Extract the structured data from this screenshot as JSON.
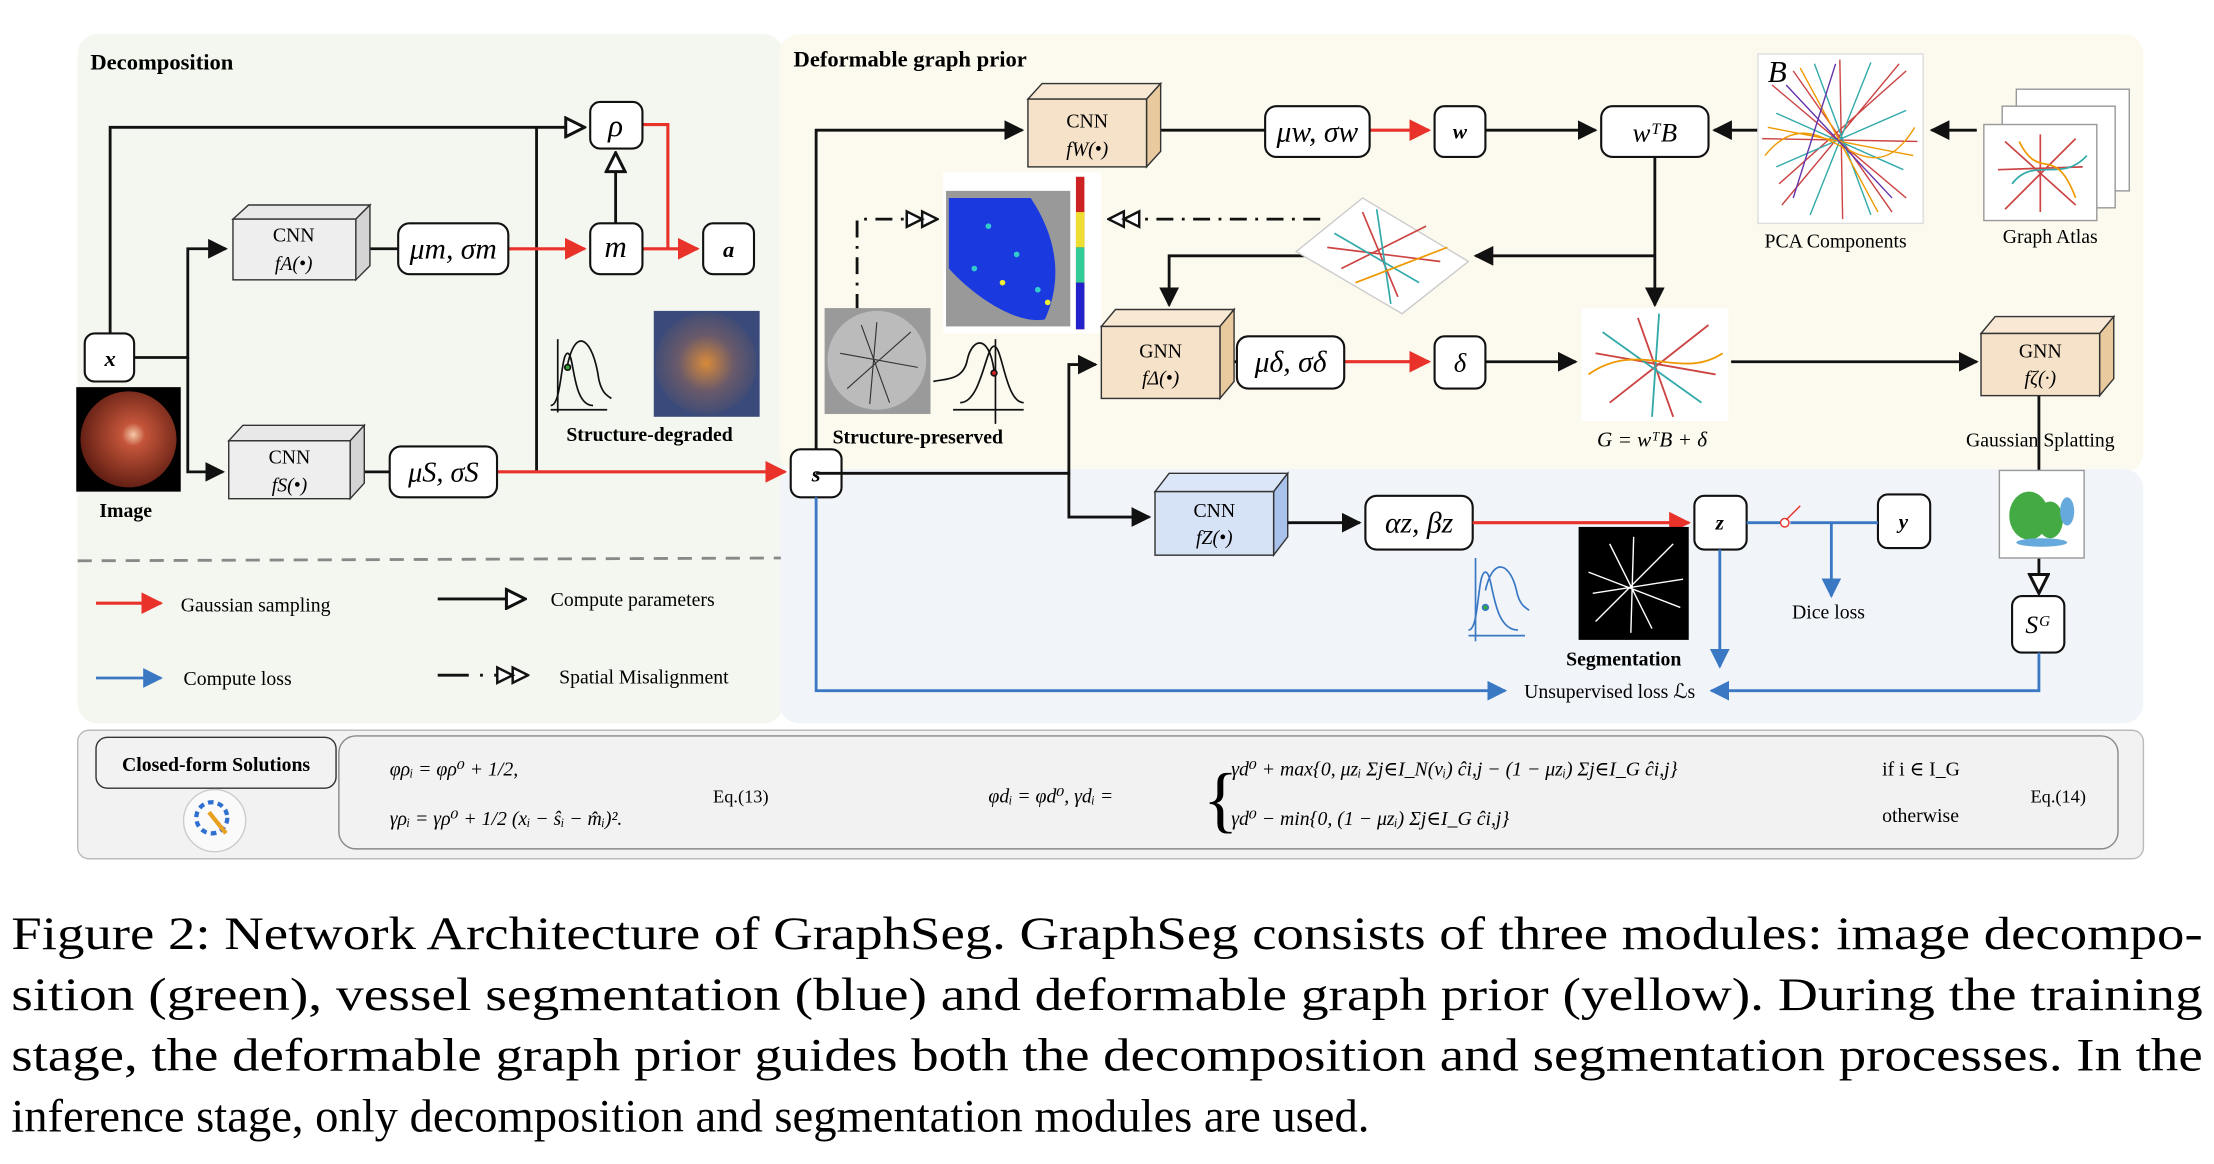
{
  "panels": {
    "decomposition_title": "Decomposition",
    "graph_prior_title": "Deformable graph prior",
    "colors": {
      "decomposition": "#f3f7f0",
      "graph_prior": "#fcfaee",
      "segmentation": "#f1f5fa",
      "solutions": "#f2f2f2"
    }
  },
  "nodes": {
    "x": "x",
    "rho": "ρ",
    "m": "m",
    "a": "a",
    "s": "s",
    "mu_m": "μm, σm",
    "mu_s": "μS, σS",
    "mu_w": "μw, σw",
    "w": "w",
    "wtb": "wᵀB",
    "mu_delta": "μδ, σδ",
    "delta": "δ",
    "alpha_beta": "αz, βz",
    "z": "z",
    "y": "y",
    "sg": "Sᴳ",
    "B": "B"
  },
  "blocks": {
    "cnn_a": {
      "title": "CNN",
      "func": "fA(•)"
    },
    "cnn_s": {
      "title": "CNN",
      "func": "fS(•)"
    },
    "cnn_w": {
      "title": "CNN",
      "func": "fW(•)"
    },
    "gnn_delta": {
      "title": "GNN",
      "func": "fΔ(•)"
    },
    "gnn_zeta": {
      "title": "GNN",
      "func": "fζ(·)"
    },
    "cnn_z": {
      "title": "CNN",
      "func": "fZ(•)"
    }
  },
  "labels": {
    "image": "Image",
    "structure_degraded": "Structure-degraded",
    "structure_preserved": "Structure-preserved",
    "pca_components": "PCA Components",
    "graph_atlas": "Graph Atlas",
    "graph_eq": "G = wᵀB + δ",
    "gaussian_splatting": "Gaussian Splatting",
    "segmentation": "Segmentation",
    "dice_loss": "Dice loss",
    "unsupervised_loss": "Unsupervised loss ℒs"
  },
  "legend": [
    {
      "label": "Gaussian sampling",
      "style": "red-arrow",
      "color": "#e8322a"
    },
    {
      "label": "Compute parameters",
      "style": "black-open-arrow",
      "color": "#111111"
    },
    {
      "label": "Compute loss",
      "style": "blue-arrow",
      "color": "#3a78c4"
    },
    {
      "label": "Spatial Misalignment",
      "style": "dash-dot-double-arrow",
      "color": "#111111"
    }
  ],
  "solutions": {
    "title": "Closed-form Solutions",
    "icon": "gear-wrench-icon",
    "eq13_line1": "φρᵢ = φρ⁰ + 1/2,",
    "eq13_line2": "γρᵢ = γρ⁰ + 1/2 (xᵢ − ŝᵢ − m̂ᵢ)².",
    "eq13_tag": "Eq.(13)",
    "eq14_lhs": "φdᵢ = φd⁰,    γdᵢ =",
    "eq14_case1": "γd⁰ + max{0, μzᵢ Σj∈I_N(vᵢ) ĉi,j − (1 − μzᵢ) Σj∈I_G ĉi,j}",
    "eq14_cond1": "if i ∈ I_G",
    "eq14_case2": "γd⁰ − min{0, (1 − μzᵢ) Σj∈I_G ĉi,j}",
    "eq14_cond2": "otherwise",
    "eq14_tag": "Eq.(14)"
  },
  "caption": [
    "Figure 2: Network Architecture of GraphSeg. GraphSeg consists of three modules: image decompo-",
    "sition (green), vessel segmentation (blue) and deformable graph prior (yellow). During the training",
    "stage, the deformable graph prior guides both the decomposition and segmentation processes. In the",
    "inference stage, only decomposition and segmentation modules are used."
  ]
}
